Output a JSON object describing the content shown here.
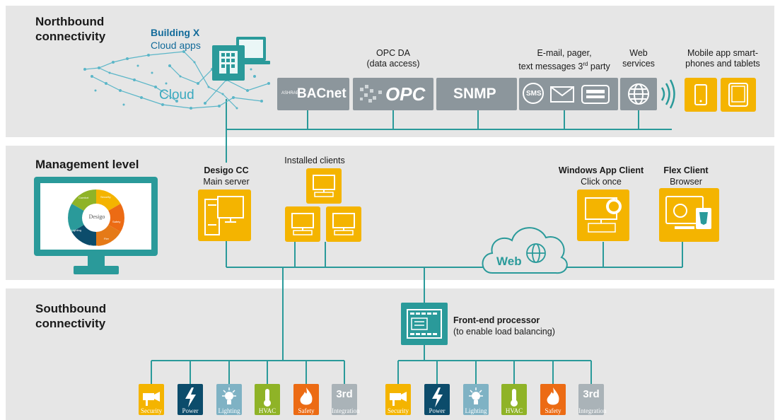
{
  "levels": {
    "northbound": "Northbound\nconnectivity",
    "management": "Management level",
    "southbound": "Southbound\nconnectivity"
  },
  "cloud": {
    "building_x": "Building X",
    "cloud_apps": "Cloud apps",
    "cloud_label": "Cloud"
  },
  "northbound": {
    "opc_caption": "OPC DA\n(data access)",
    "email_caption": "E-mail, pager,\ntext messages 3",
    "email_sup": "rd",
    "email_tail": " party",
    "web_caption": "Web\nservices",
    "mobile_caption": "Mobile app smart-\nphones and tablets",
    "bacnet_label": "BACnet",
    "bacnet_small": "ASHRAE",
    "opc_label": "OPC",
    "snmp_label": "SNMP",
    "sms_label": "SMS"
  },
  "management": {
    "desigo_title": "Desigo CC",
    "desigo_sub": "Main server",
    "installed_clients": "Installed clients",
    "windows_title": "Windows App Client",
    "windows_sub": "Click once",
    "flex_title": "Flex Client",
    "flex_sub": "Browser",
    "web_label": "Web",
    "monitor_center": "Desigo",
    "monitor_segments": [
      "Power",
      "Lighting",
      "Comfort",
      "Security",
      "Safety",
      "Fire"
    ]
  },
  "southbound": {
    "fep_title": "Front-end processor",
    "fep_sub": "(to enable load balancing)"
  },
  "tiles": [
    {
      "caption": "Security",
      "color": "#f4b400",
      "icon": "camera-icon"
    },
    {
      "caption": "Power",
      "color": "#0c4c6b",
      "icon": "lightning-icon"
    },
    {
      "caption": "Lighting",
      "color": "#7fb2c4",
      "icon": "bulb-icon"
    },
    {
      "caption": "HVAC",
      "color": "#8fb327",
      "icon": "thermometer-icon"
    },
    {
      "caption": "Safety",
      "color": "#ec6b14",
      "icon": "flame-icon"
    },
    {
      "caption": "Integration",
      "color": "#aab3b8",
      "icon": "third-party-icon",
      "big": "3rd"
    }
  ],
  "colors": {
    "teal": "#2a9a9a",
    "yellow": "#f4b400",
    "gray_box": "#8c969c",
    "band": "#e6e6e6",
    "heading_blue": "#136b9a"
  }
}
